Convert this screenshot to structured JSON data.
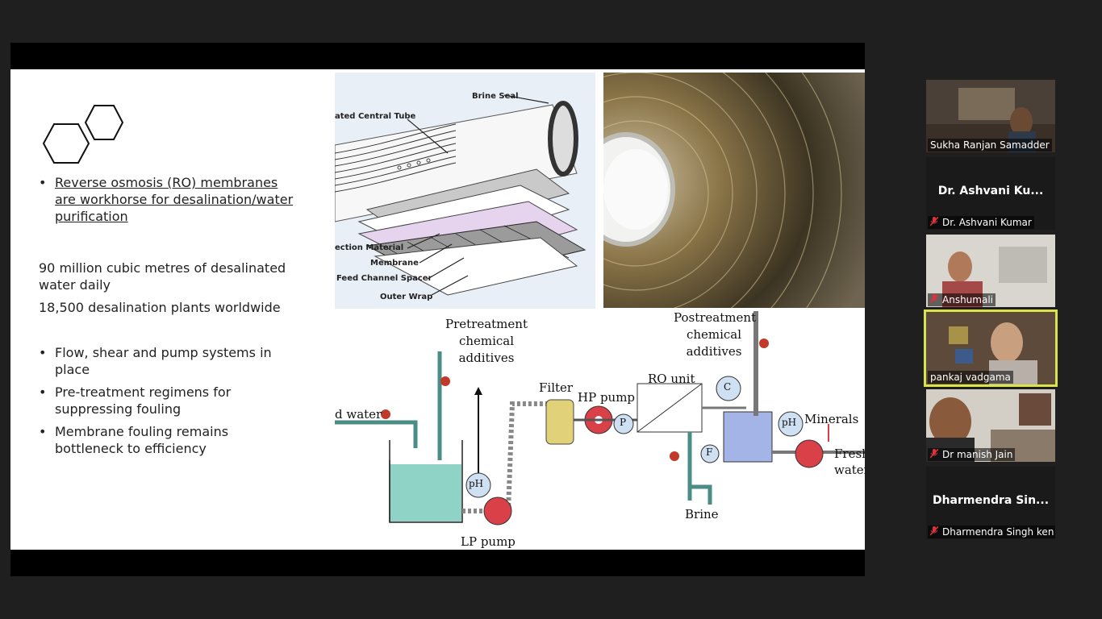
{
  "slide": {
    "bullet1": "Reverse osmosis (RO) membranes are workhorse for desalination/water purification",
    "stat1": "90 million cubic metres of desalinated water daily",
    "stat2": "18,500 desalination plants worldwide",
    "bullets": [
      "Flow, shear and pump systems in place",
      "Pre-treatment regimens for suppressing fouling",
      "Membrane fouling remains bottleneck to efficiency"
    ]
  },
  "membrane_diagram": {
    "labels": [
      "Brine Seal",
      "ated Central Tube",
      "ection Material",
      "Membrane",
      "Feed Channel Spacer",
      "Outer Wrap"
    ]
  },
  "process_diagram": {
    "pretreatment": "Pretreatment chemical additives",
    "postreatment": "Postreatment chemical additives",
    "feed_water": "d water",
    "filter": "Filter",
    "hp_pump": "HP pump",
    "ro_unit": "RO unit",
    "lp_pump": "LP pump",
    "brine": "Brine",
    "minerals": "Minerals",
    "fresh": "Fresh",
    "water": "water",
    "ph1": "pH",
    "ph2": "pH",
    "p": "P",
    "c": "C",
    "f": "F"
  },
  "participants": [
    {
      "name": "Sukha Ranjan Samadder",
      "video": true,
      "muted": false
    },
    {
      "name": "Dr. Ashvani Kumar",
      "display": "Dr. Ashvani Ku...",
      "video": false,
      "muted": true
    },
    {
      "name": "Anshumali",
      "video": true,
      "muted": true
    },
    {
      "name": "pankaj vadgama",
      "video": true,
      "muted": false,
      "active": true
    },
    {
      "name": "Dr manish Jain",
      "video": true,
      "muted": true
    },
    {
      "name": "Dharmendra Singh ken",
      "display": "Dharmendra  Sin...",
      "video": false,
      "muted": true
    }
  ],
  "colors": {
    "active_speaker": "#d9e44d",
    "muted_icon": "#e0323a",
    "panel_bg": "#1f1f1f"
  }
}
